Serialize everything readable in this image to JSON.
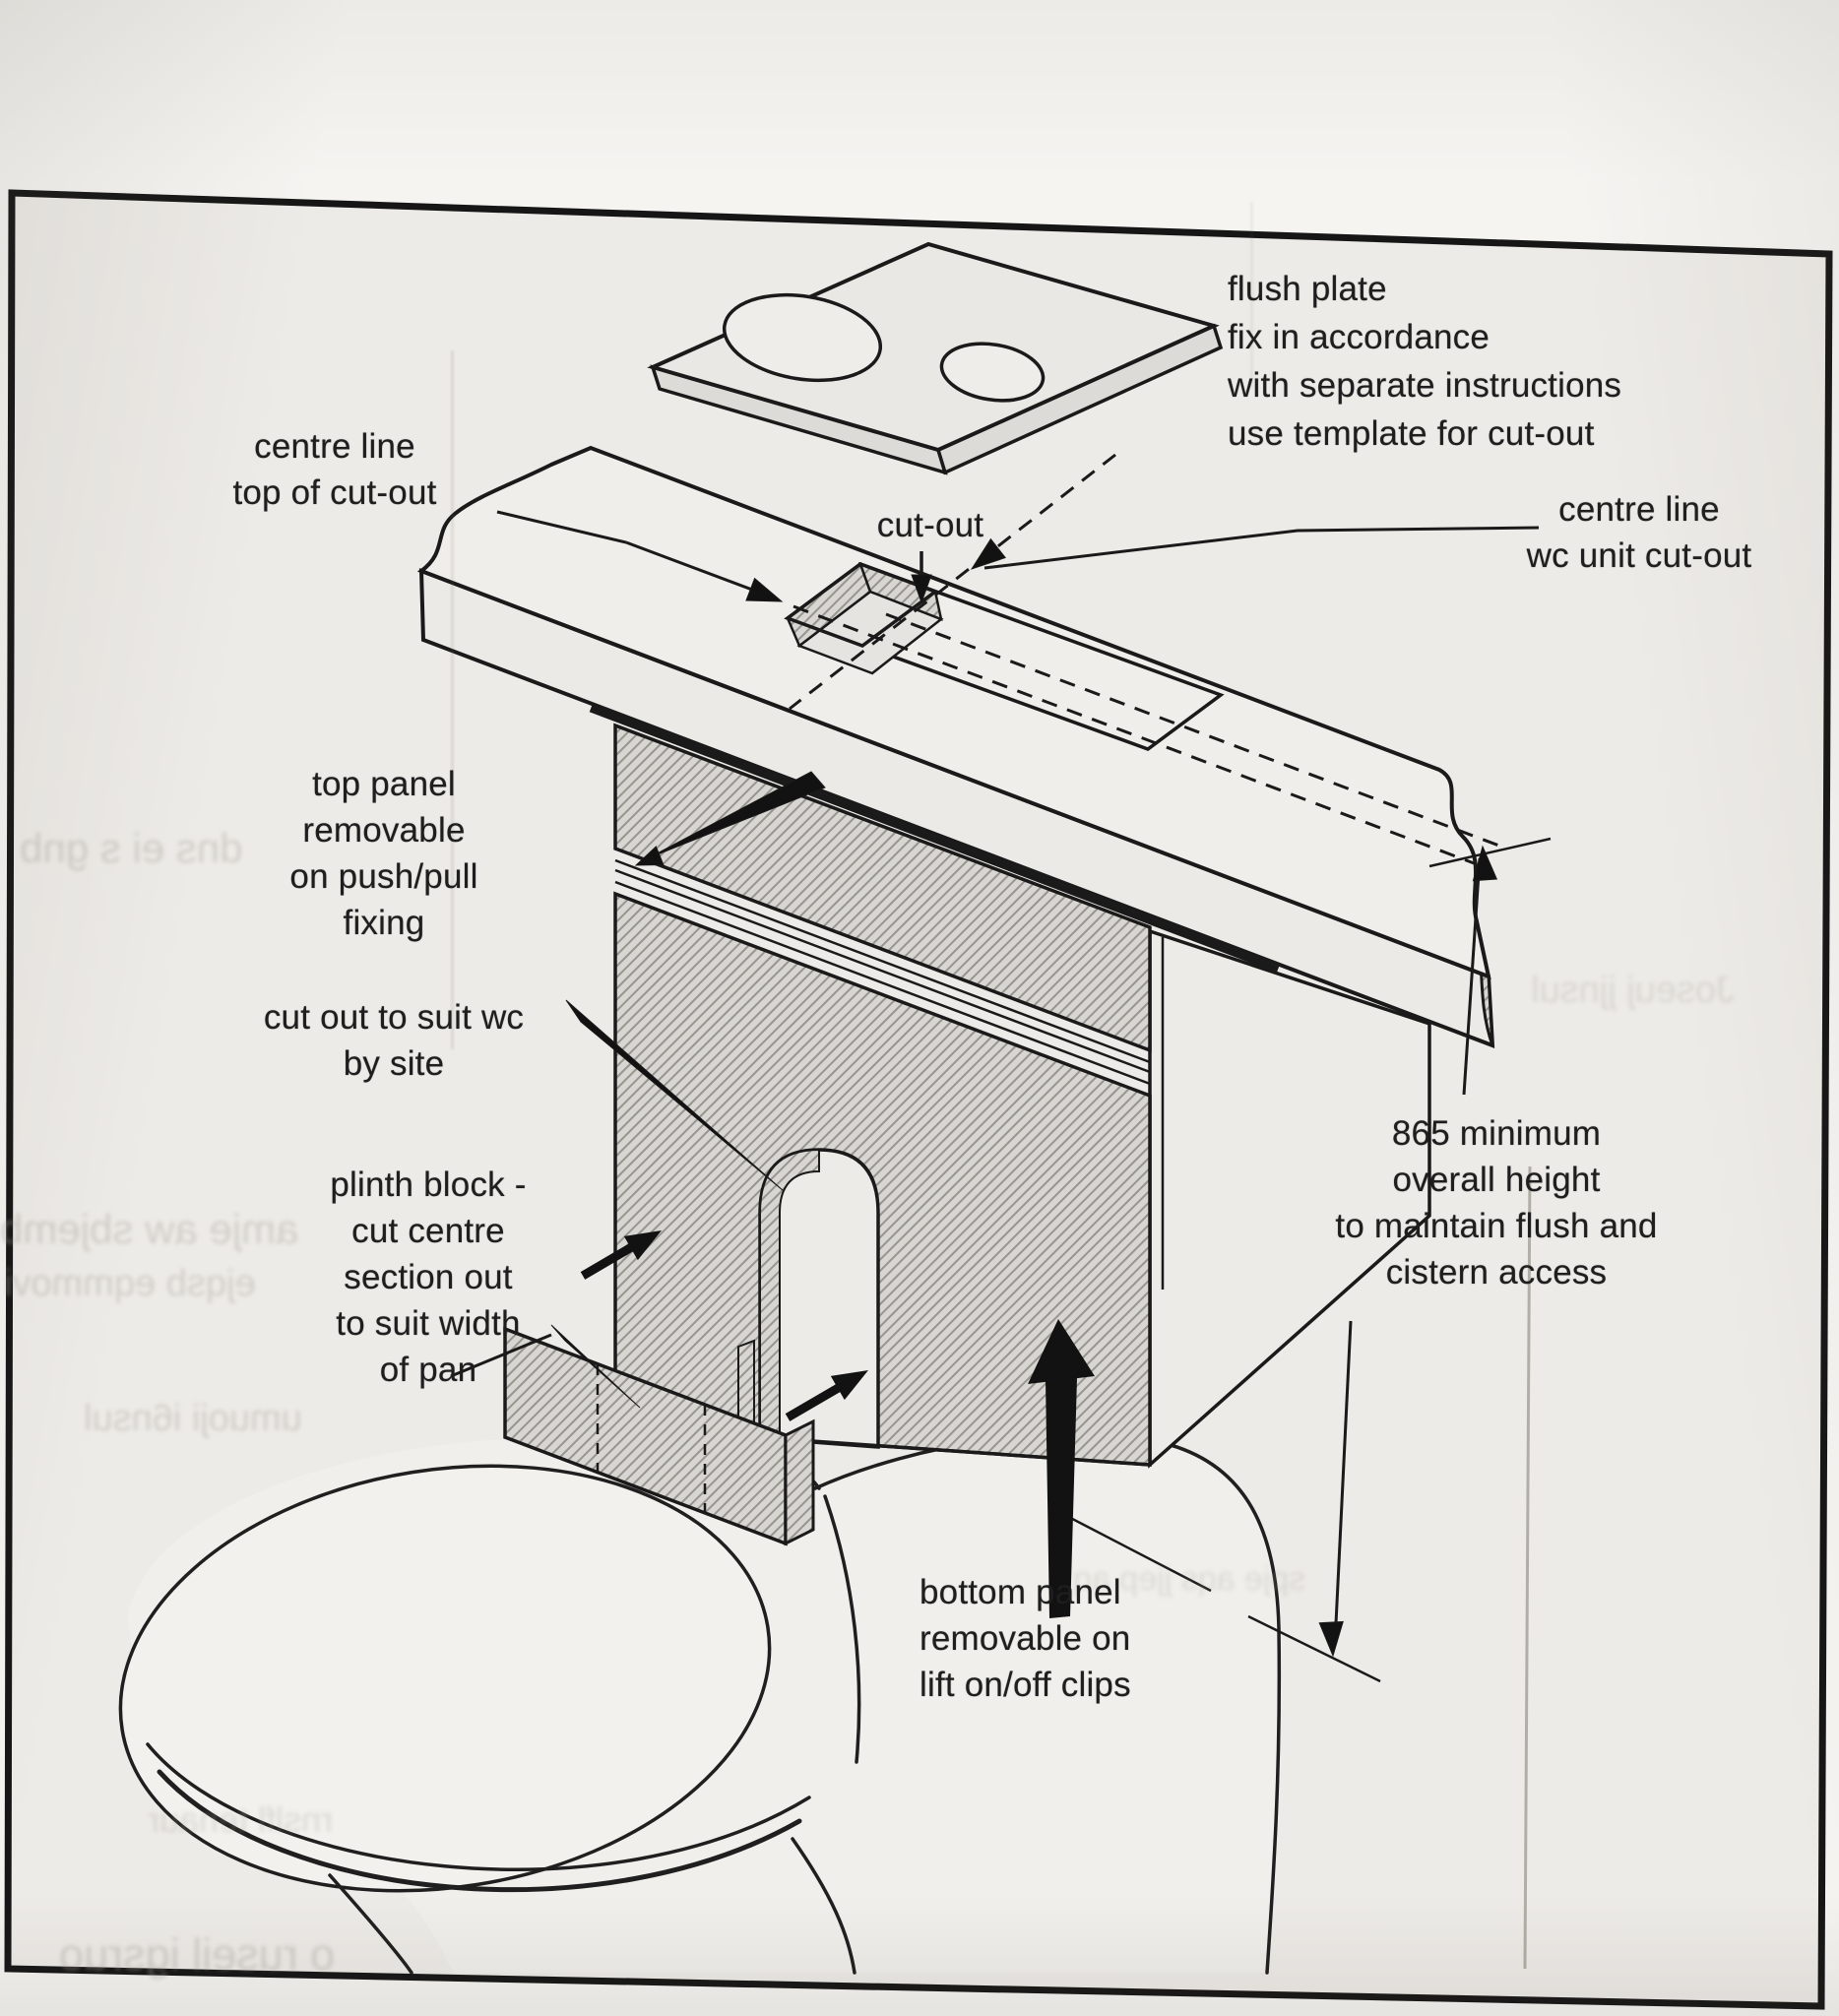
{
  "document": {
    "kind": "scanned installation diagram page",
    "subject": "WC unit / concealed cistern furniture installation"
  },
  "colors": {
    "paper": "#f5f4f1",
    "paper_inner": "#edebe7",
    "ink": "#1a1a1a",
    "hatch_fill": "#d8d6d2",
    "hatch_line": "#98958f",
    "ghost": "#a8a49b"
  },
  "labels": {
    "flush_plate": {
      "lines": [
        "flush plate",
        "fix in accordance",
        "with separate instructions",
        "use template for cut-out"
      ]
    },
    "centre_line_top": {
      "lines": [
        "centre line",
        "top of cut-out"
      ]
    },
    "cut_out": {
      "text": "cut-out"
    },
    "centre_line_wc": {
      "lines": [
        "centre line",
        "wc unit cut-out"
      ]
    },
    "top_panel": {
      "lines": [
        "top panel",
        "removable",
        "on push/pull",
        "fixing"
      ]
    },
    "cut_out_suit": {
      "lines": [
        "cut out to suit wc",
        "by site"
      ]
    },
    "plinth_block": {
      "lines": [
        "plinth block -",
        "cut centre",
        "section out",
        "to suit width",
        "of pan"
      ]
    },
    "min_height": {
      "lines": [
        "865 minimum",
        "overall height",
        "to maintain flush and",
        "cistern access"
      ]
    },
    "bottom_panel": {
      "lines": [
        "bottom panel",
        "removable on",
        "lift on/off clips"
      ]
    }
  },
  "dimension": {
    "value": "865",
    "meaning": "minimum overall height to maintain flush and cistern access"
  },
  "ghost_text": {
    "g1": "dns ei s gnb",
    "g2": "amje aw sbjemb",
    "g3": "ejqsb eqmmovi",
    "g4": "o ruseil igsruo",
    "g5": "umuoji i6nsul",
    "g6": "rnslfl tenaur",
    "g7": "Joseuj jjnsul",
    "g8": "spje aqs jjep aq"
  }
}
